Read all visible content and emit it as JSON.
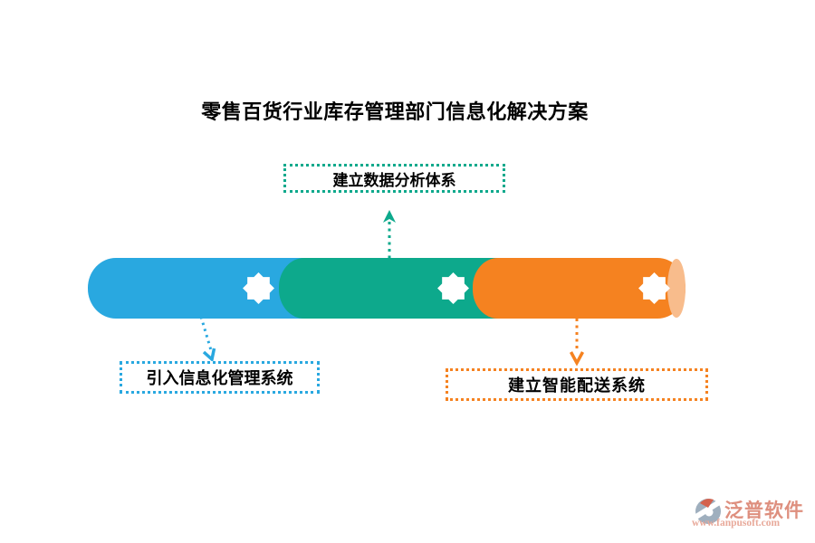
{
  "title": "零售百货行业库存管理部门信息化解决方案",
  "background": "#FFFFFF",
  "text_color": "#000000",
  "bar": {
    "type": "three-segment-cylinder",
    "segments": [
      {
        "id": "phase-1",
        "color": "#29A8E0",
        "icon": "eight-point-star"
      },
      {
        "id": "phase-2",
        "color": "#0DA98C",
        "icon": "eight-point-star"
      },
      {
        "id": "phase-3",
        "color": "#F58220",
        "icon": "eight-point-star"
      }
    ],
    "end_cap_color": "#F8BC8C",
    "star_color": "#FFFFFF"
  },
  "callouts": [
    {
      "label": "建立数据分析体系",
      "accent": "#0DA98C",
      "position": "top-center",
      "arrow": "up-to-box"
    },
    {
      "label": "引入信息化管理系统",
      "accent": "#29A8E0",
      "position": "bottom-left",
      "arrow": "down-to-box"
    },
    {
      "label": "建立智能配送系统",
      "accent": "#F58220",
      "position": "bottom-right",
      "arrow": "down-to-box"
    }
  ],
  "watermark": {
    "name": "泛普软件",
    "url": "www.fanpusoft.com",
    "name_color": "#DE8F7E",
    "mark_colors": {
      "body": "#9FAFBE",
      "accent": "#D4624E"
    }
  }
}
